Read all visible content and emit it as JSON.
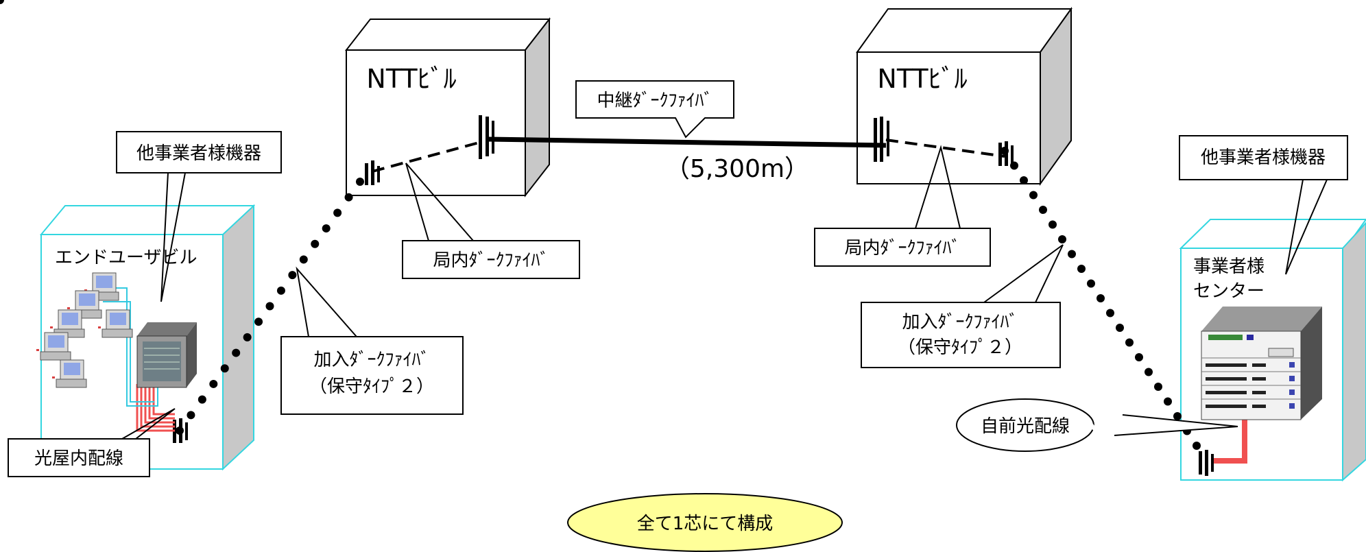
{
  "labels": {
    "ntt_building_left": "NTTﾋﾞﾙ",
    "ntt_building_right": "NTTﾋﾞﾙ",
    "trunk_fiber": "中継ﾀﾞｰｸﾌｧｲﾊﾞ",
    "trunk_distance": "（5,300m）",
    "office_fiber_left": "局内ﾀﾞｰｸﾌｧｲﾊﾞ",
    "office_fiber_right": "局内ﾀﾞｰｸﾌｧｲﾊﾞ",
    "subscriber_fiber_left_line1": "加入ﾀﾞｰｸﾌｧｲﾊﾞ",
    "subscriber_fiber_left_line2": "（保守ﾀｲﾌﾟ２）",
    "subscriber_fiber_right_line1": "加入ﾀﾞｰｸﾌｧｲﾊﾞ",
    "subscriber_fiber_right_line2": "（保守ﾀｲﾌﾟ２）",
    "other_carrier_equipment_left": "他事業者様機器",
    "other_carrier_equipment_right": "他事業者様機器",
    "end_user_building": "エンドユーザビル",
    "indoor_optical_wiring": "光屋内配線",
    "carrier_center_line1": "事業者様",
    "carrier_center_line2": "センター",
    "own_optical_wiring": "自前光配線",
    "note_single_core": "全て1芯にて構成"
  },
  "colors": {
    "building_outline": "#000000",
    "building_side": "#c8c8c8",
    "customer_building_outline": "#33d6e0",
    "indoor_wiring": "#f05050",
    "note_fill": "#ffff99",
    "pc_screen": "#8fa6e6"
  }
}
